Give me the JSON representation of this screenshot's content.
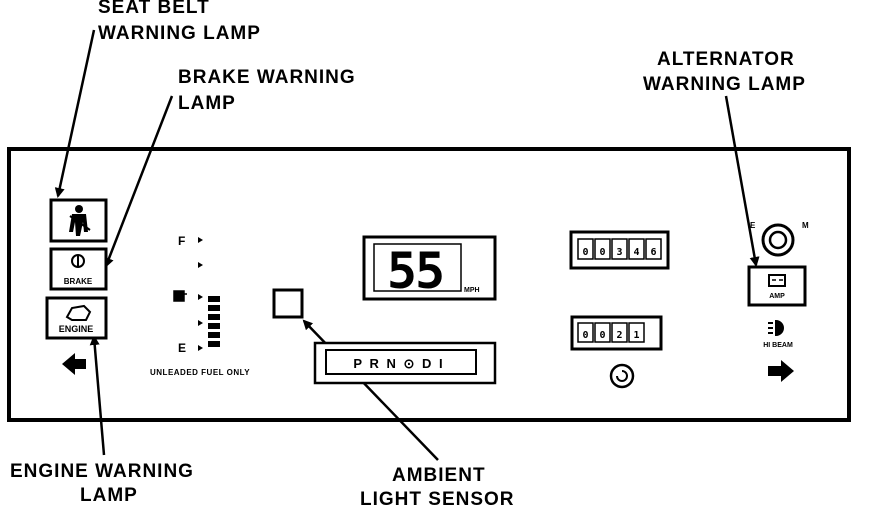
{
  "callouts": {
    "seat_belt": [
      "SEAT BELT",
      "WARNING LAMP"
    ],
    "brake": [
      "BRAKE WARNING",
      "LAMP"
    ],
    "alternator": [
      "ALTERNATOR",
      "WARNING LAMP"
    ],
    "engine": [
      "ENGINE WARNING",
      "LAMP"
    ],
    "ambient": [
      "AMBIENT",
      "LIGHT SENSOR"
    ]
  },
  "lamps": {
    "brake_label": "BRAKE",
    "engine_label": "ENGINE",
    "amp_label": "AMP",
    "hi_beam_label": "HI BEAM"
  },
  "fuel_gauge": {
    "full_label": "F",
    "empty_label": "E",
    "note": "UNLEADED FUEL ONLY"
  },
  "speedometer": {
    "value": "55",
    "unit": "MPH"
  },
  "gear_indicator": {
    "text": "P R N ⊙ D I"
  },
  "odometer": {
    "digits": [
      "0",
      "0",
      "3",
      "4",
      "6"
    ]
  },
  "trip_odometer": {
    "digits": [
      "0",
      "0",
      "2",
      "1"
    ]
  },
  "clock_labels": {
    "left": "E",
    "right": "M"
  },
  "colors": {
    "ink": "#000000",
    "paper": "#ffffff",
    "lcd_background": "#ffffff"
  }
}
